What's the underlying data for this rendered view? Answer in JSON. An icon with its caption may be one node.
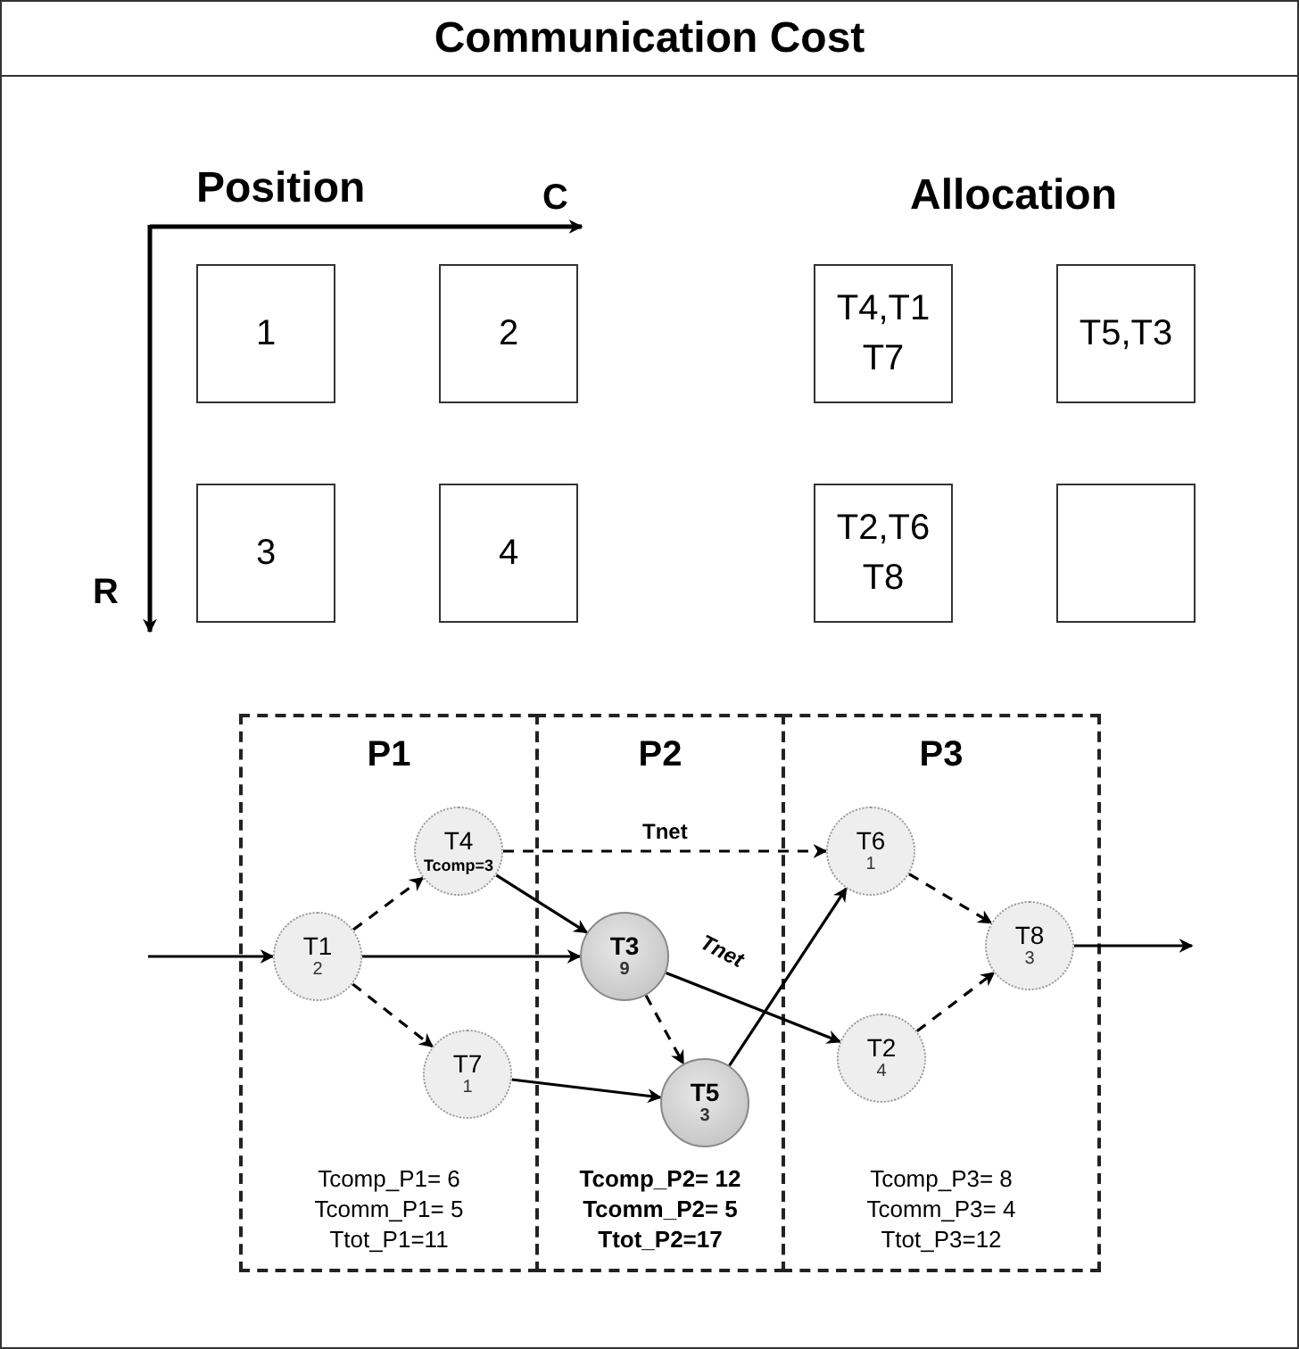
{
  "diagram": {
    "title": "Communication Cost",
    "nodes": [
      {
        "text": [
          "1"
        ]
      },
      {
        "text": [
          "2"
        ]
      },
      {
        "text": [
          "3"
        ]
      },
      {
        "text": [
          "4"
        ]
      },
      {
        "text": [
          "T4,T1 T7"
        ]
      },
      {
        "text": [
          "T5,T3"
        ]
      },
      {
        "text": [
          "T2,T6 T8"
        ]
      },
      {
        "text": [],
        "shape": "box"
      },
      {
        "text": [
          "P1",
          "Tcomp_P1= 6 Tcomm_P1= 5 Ttot_P1=11"
        ]
      },
      {
        "text": [
          "P2",
          "Tcomp_P2= 12 Tcomm_P2= 5 Ttot_P2=17"
        ]
      },
      {
        "text": [
          "P3",
          "Tcomp_P3= 8 Tcomm_P3= 4 Ttot_P3=12"
        ]
      },
      {
        "text": [
          "T1",
          "2"
        ],
        "in": 8
      },
      {
        "text": [
          "T4",
          "Tcomp=3"
        ],
        "in": 8
      },
      {
        "text": [
          "T7",
          "1"
        ],
        "in": 8
      },
      {
        "text": [
          "T3",
          "9"
        ],
        "in": 9
      },
      {
        "text": [
          "T5",
          "3"
        ],
        "in": 9
      },
      {
        "text": [
          "T6",
          "1"
        ],
        "in": 10
      },
      {
        "text": [
          "T2",
          "4"
        ],
        "in": 10
      },
      {
        "text": [
          "T8",
          "3"
        ],
        "in": 10
      }
    ],
    "edges": [
      {
        "from": null,
        "to": 11,
        "arrow": "to"
      },
      {
        "from": 11,
        "to": 12,
        "arrow": "to",
        "style": "dashed"
      },
      {
        "from": 11,
        "to": 13,
        "arrow": "to",
        "style": "dashed"
      },
      {
        "from": 11,
        "to": 14,
        "arrow": "to"
      },
      {
        "from": 12,
        "to": 14,
        "arrow": "to"
      },
      {
        "from": 12,
        "to": 16,
        "arrow": "to",
        "style": "dashed",
        "label": "Tnet"
      },
      {
        "from": 14,
        "to": 15,
        "arrow": "to",
        "style": "dashed"
      },
      {
        "from": 14,
        "to": 17,
        "arrow": "to",
        "label": "Tnet"
      },
      {
        "from": 13,
        "to": 15,
        "arrow": "to"
      },
      {
        "from": 15,
        "to": 16,
        "arrow": "to"
      },
      {
        "from": 16,
        "to": 18,
        "arrow": "to",
        "style": "dashed"
      },
      {
        "from": 17,
        "to": 18,
        "arrow": "to",
        "style": "dashed"
      },
      {
        "from": 18,
        "to": null,
        "arrow": "to"
      }
    ],
    "labels": [
      "Position",
      "C",
      "R",
      "Allocation"
    ]
  }
}
